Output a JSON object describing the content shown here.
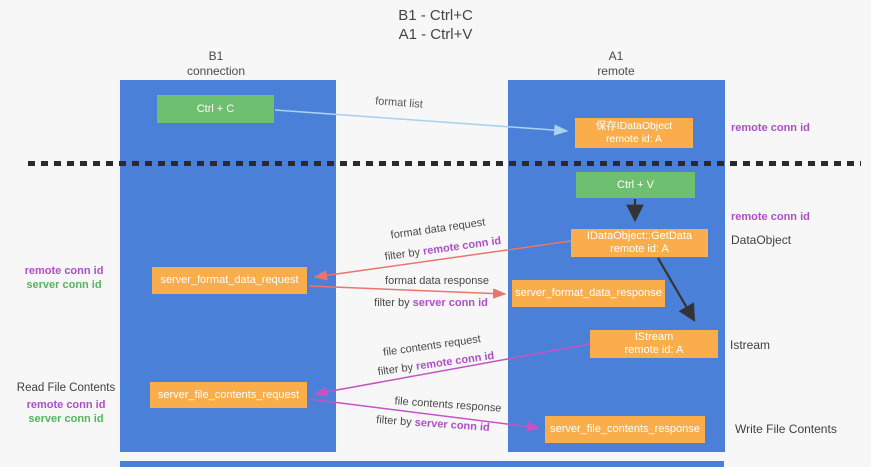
{
  "title": {
    "line1": "B1 - Ctrl+C",
    "line2": "A1 - Ctrl+V"
  },
  "columns": {
    "b1": {
      "name": "B1",
      "subtitle": "connection"
    },
    "a1": {
      "name": "A1",
      "subtitle": "remote"
    }
  },
  "boxes": {
    "ctrl_c": {
      "label": "Ctrl + C"
    },
    "ctrl_v": {
      "label": "Ctrl + V"
    },
    "save_dataobject": {
      "line1": "保存IDataObject",
      "line2": "remote id: A"
    },
    "getdata": {
      "line1": "IDataObject::GetData",
      "line2": "remote id: A"
    },
    "istream": {
      "line1": "IStream",
      "line2": "remote id: A"
    },
    "format_request": {
      "label": "server_format_data_request"
    },
    "format_response": {
      "label": "server_format_data_response"
    },
    "file_request": {
      "label": "server_file_contents_request"
    },
    "file_response": {
      "label": "server_file_contents_response"
    }
  },
  "arrow_labels": {
    "format_list": "format list",
    "format_data_request": "format data request",
    "format_data_response": "format data response",
    "file_contents_request": "file contents request",
    "file_contents_response": "file contents response",
    "filter_by": "filter by",
    "remote_conn_id": "remote conn id",
    "server_conn_id": "server conn id"
  },
  "side_labels": {
    "remote_conn_id": "remote conn id",
    "server_conn_id": "server conn id",
    "dataobject": "DataObject",
    "istream": "Istream",
    "read_file_contents": "Read File Contents",
    "write_file_contents": "Write File Contents"
  },
  "colors": {
    "lifeline_blue": "#4a80d8",
    "box_green": "#6fbf70",
    "box_orange": "#f9ae4b",
    "arrow_light_blue": "#a9d2ee",
    "arrow_red": "#e8766e",
    "arrow_magenta": "#c653c6",
    "arrow_black": "#333333",
    "label_purple": "#ae4fc7",
    "label_green": "#53b55e",
    "divider_black": "#2b2b2b"
  }
}
